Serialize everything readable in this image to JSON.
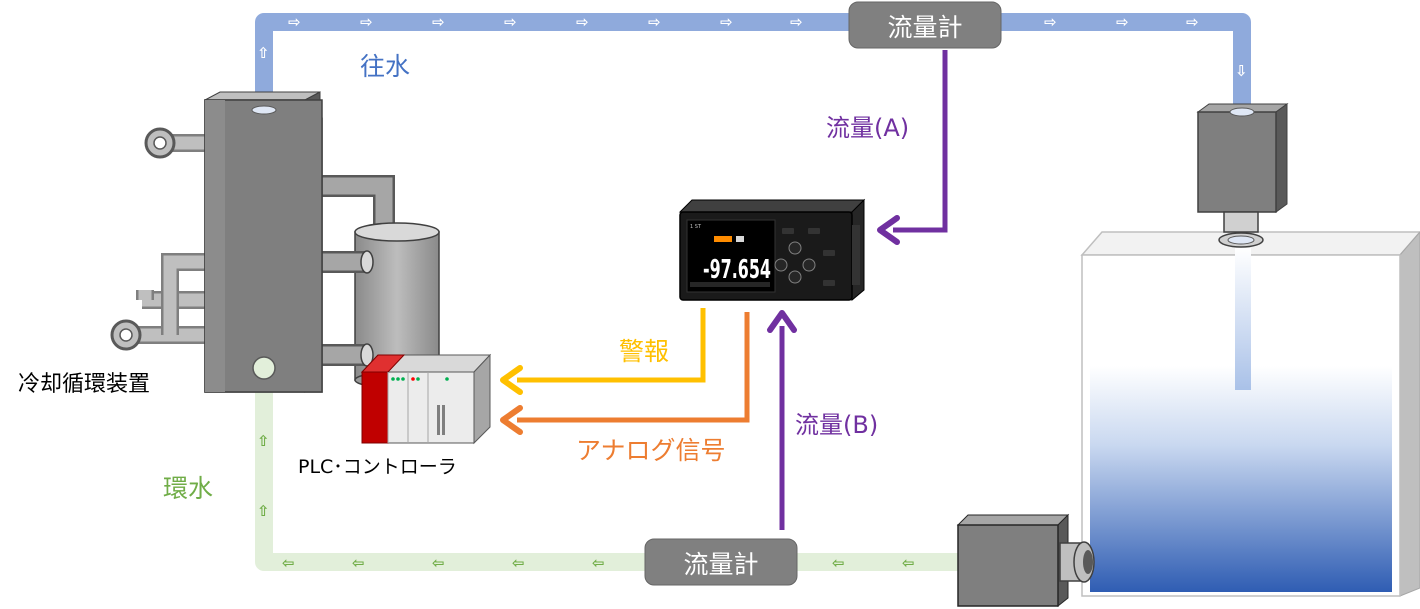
{
  "labels": {
    "supply_water": "往水",
    "return_water": "環水",
    "flowmeter_top": "流量計",
    "flowmeter_bottom": "流量計",
    "flow_a": "流量(A)",
    "flow_b": "流量(B)",
    "alarm": "警報",
    "analog_signal": "アナログ信号",
    "chiller": "冷却循環装置",
    "plc": "PLC･コントローラ",
    "display_value": "-97.654"
  },
  "colors": {
    "supply_pipe": "#8FAADC",
    "return_pipe": "#E2EFDA",
    "supply_text": "#4472C4",
    "return_text": "#70AD47",
    "flow_signal": "#7030A0",
    "alarm_signal": "#FFC000",
    "analog_signal": "#ED7D31",
    "flowmeter_box": "#7F7F7F",
    "plc_red": "#C00000",
    "water": "#4472C4"
  },
  "icons": {
    "supply_arrow": "arrow-right-icon",
    "return_arrow": "arrow-left-icon",
    "riser_arrow": "arrow-up-icon",
    "down_arrow": "arrow-down-icon"
  }
}
